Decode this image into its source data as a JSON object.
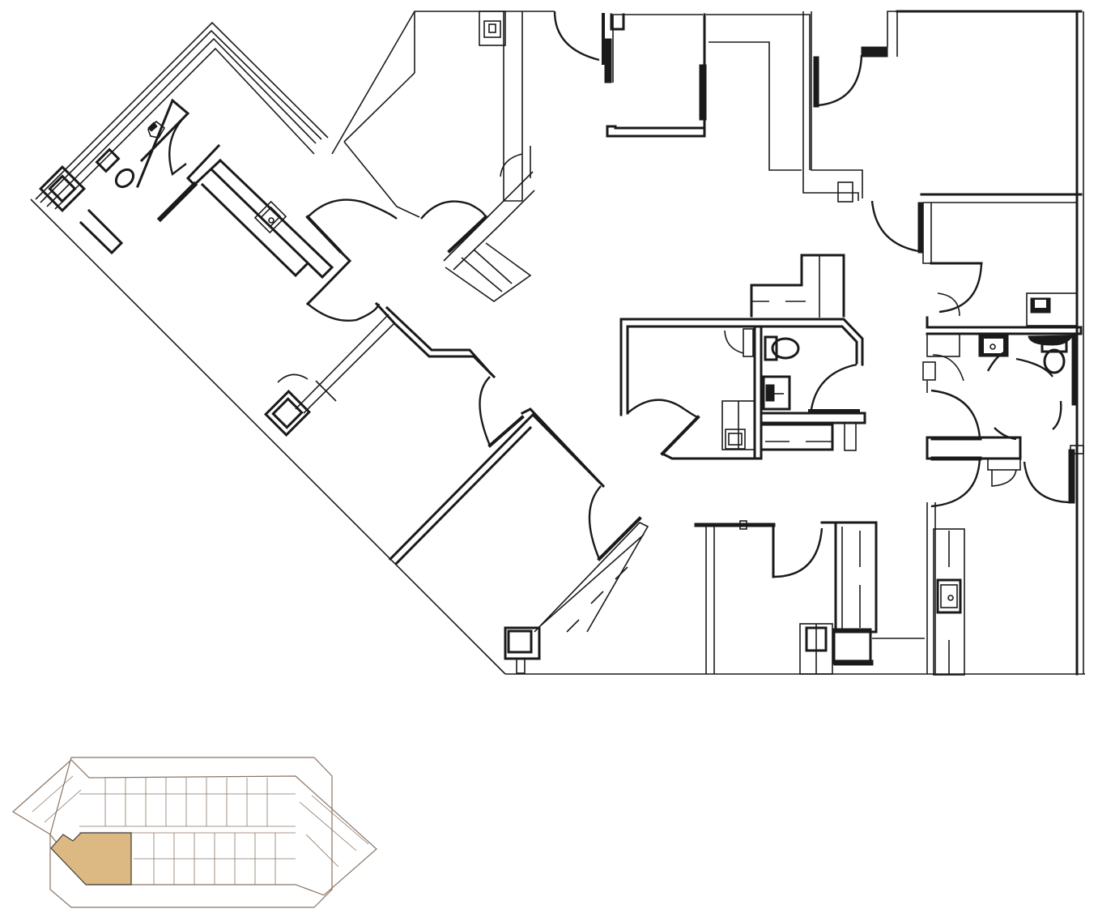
{
  "diagram": {
    "type": "architectural-floor-plan",
    "title": "",
    "main_plan": {
      "description": "Suite floor plan with angled west wall, offices, restrooms and corridors",
      "line_color": "#1a1a1a",
      "background": "#ffffff"
    },
    "key_plan": {
      "description": "Building key plan with highlighted suite location",
      "line_color": "#8b7565",
      "highlight_color": "#dcb982",
      "highlight_outline": "#3a3a3a"
    },
    "fixtures": [
      {
        "type": "toilet",
        "icon": "toilet-icon"
      },
      {
        "type": "sink",
        "icon": "sink-icon"
      },
      {
        "type": "door-swing",
        "icon": "door-swing-icon"
      }
    ]
  }
}
